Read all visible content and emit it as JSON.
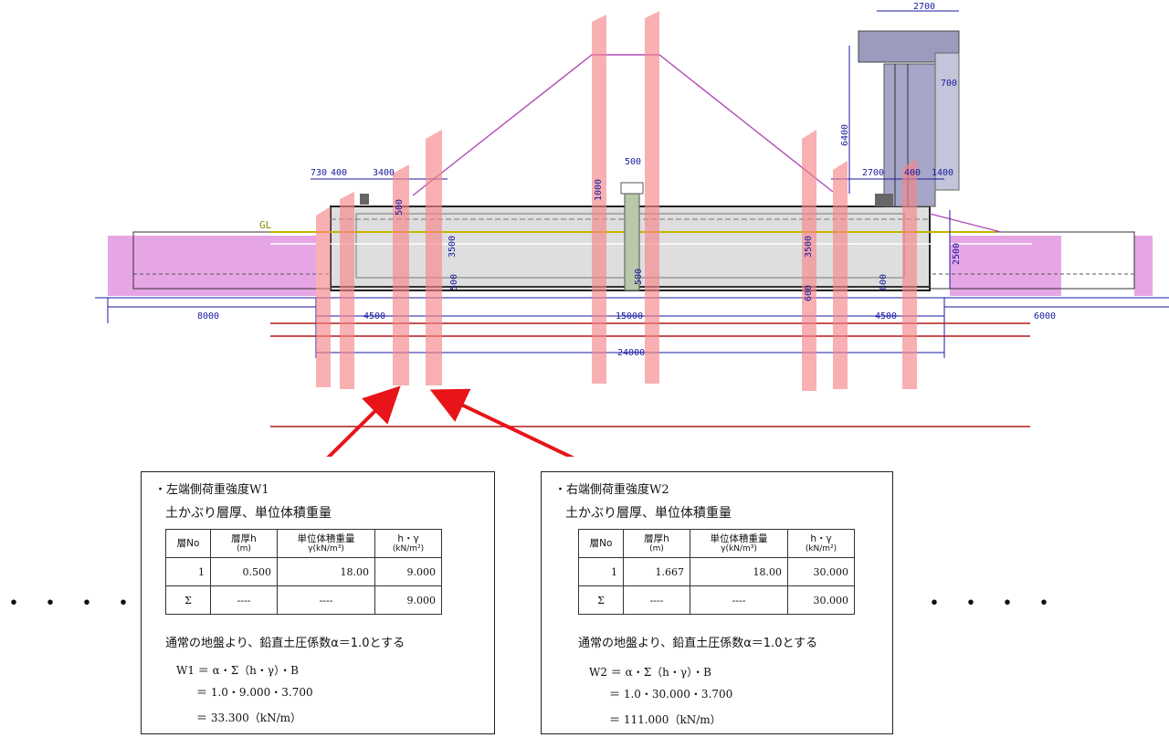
{
  "drawing": {
    "gl_label": "GL",
    "dims": {
      "left_top_a": "730",
      "left_top_b": "400",
      "left_top_c": "3400",
      "left_v1": "500",
      "left_v2": "3500",
      "left_v3": "500",
      "left_bottom": "4500",
      "left_outer": "8000",
      "center_bottom": "15000",
      "center_top": "500",
      "center_v1": "1000",
      "center_v2": "500",
      "overall": "24000",
      "right_top_a": "2700",
      "right_top_b": "400",
      "right_top_c": "1400",
      "right_v1": "3500",
      "right_v2": "600",
      "right_v3": "600",
      "right_v4": "2500",
      "right_bottom": "4500",
      "right_outer": "6000",
      "crane_top": "2700",
      "crane_height": "6400",
      "crane_side": "700"
    }
  },
  "left_panel": {
    "title": "・左端側荷重強度W1",
    "subtitle": "土かぶり層厚、単位体積重量",
    "headers": {
      "no": "層No",
      "thick": "層厚h",
      "thick_unit": "(m)",
      "weight": "単位体積重量",
      "weight_unit": "γ(kN/m³)",
      "hg": "h・γ",
      "hg_unit": "(kN/m²)"
    },
    "row1": {
      "no": "1",
      "h": "0.500",
      "gamma": "18.00",
      "hg": "9.000"
    },
    "sum": {
      "no": "Σ",
      "h": "----",
      "gamma": "----",
      "hg": "9.000"
    },
    "note": "通常の地盤より、鉛直土圧係数α＝1.0とする",
    "formula1": "W1 ＝ α・Σ（h・γ）・B",
    "formula2": "＝ 1.0・9.000・3.700",
    "formula3": "＝ 33.300（kN/m）"
  },
  "right_panel": {
    "title": "・右端側荷重強度W2",
    "subtitle": "土かぶり層厚、単位体積重量",
    "headers": {
      "no": "層No",
      "thick": "層厚h",
      "thick_unit": "(m)",
      "weight": "単位体積重量",
      "weight_unit": "γ(kN/m³)",
      "hg": "h・γ",
      "hg_unit": "(kN/m²)"
    },
    "row1": {
      "no": "1",
      "h": "1.667",
      "gamma": "18.00",
      "hg": "30.000"
    },
    "sum": {
      "no": "Σ",
      "h": "----",
      "gamma": "----",
      "hg": "30.000"
    },
    "note": "通常の地盤より、鉛直土圧係数α＝1.0とする",
    "formula1": "W2 ＝ α・Σ（h・γ）・B",
    "formula2": "＝ 1.0・30.000・3.700",
    "formula3": "＝ 111.000（kN/m）"
  },
  "ellipsis_left": "・・・・",
  "ellipsis_right": "・・・・",
  "colors": {
    "soil": "#e6a6e6",
    "band": "#f4868a",
    "dim": "#1a1aa0",
    "arrow": "#e8141a",
    "guide": "#b01818",
    "box": "#dedede",
    "crane": "#a6a6c8",
    "load": "#b04cb8"
  }
}
